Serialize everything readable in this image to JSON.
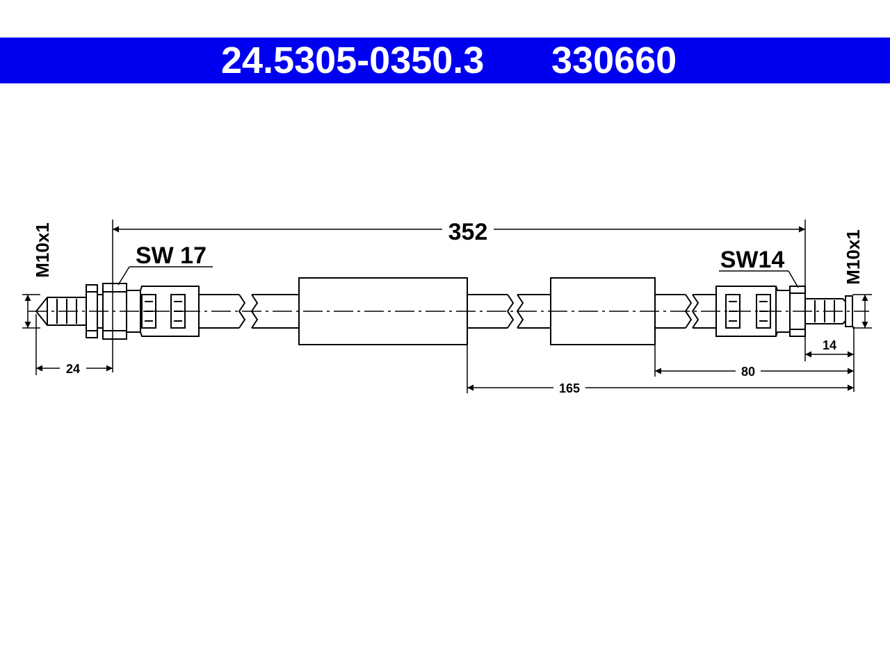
{
  "header": {
    "part_number": "24.5305-0350.3",
    "ref_number": "330660"
  },
  "colors": {
    "header_bg": "#0000f0",
    "header_text": "#ffffff",
    "line": "#000000"
  },
  "dimensions": {
    "total_length": "352",
    "left_thread": "M10x1",
    "right_thread": "M10x1",
    "left_wrench": "SW 17",
    "right_wrench": "SW14",
    "left_end": "24",
    "right_end": "14",
    "to_sleeve": "80",
    "to_sleeve_far": "165"
  }
}
